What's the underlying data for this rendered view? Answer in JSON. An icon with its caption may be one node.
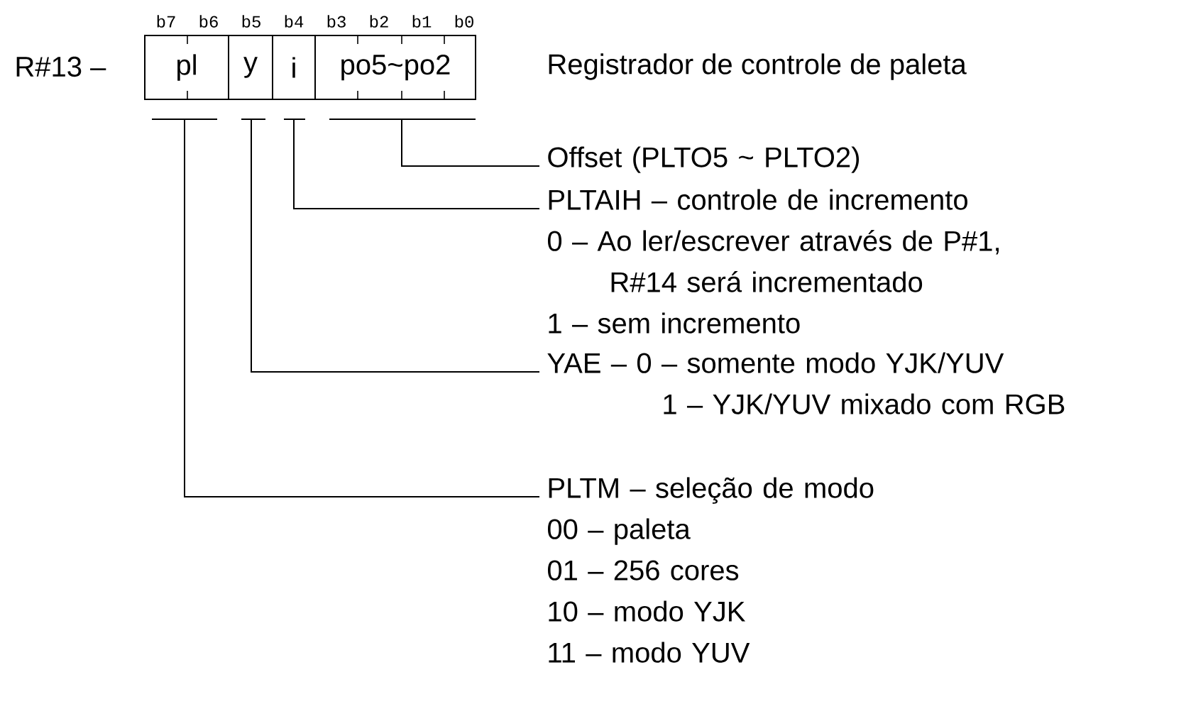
{
  "diagram": {
    "nodes": [
      {
        "text": [
          "pl"
        ]
      },
      {
        "text": [
          "y"
        ]
      },
      {
        "text": [
          "i"
        ]
      },
      {
        "text": [
          "po5~po2"
        ]
      },
      {
        "text": [
          "Offset (PLTO5 ~ PLTO2)"
        ]
      },
      {
        "text": [
          "PLTAIH – controle de incremento",
          "0 – Ao ler/escrever através de P#1, R#14 será incrementado",
          "1 – sem incremento"
        ]
      },
      {
        "text": [
          "YAE – 0 – somente modo YJK/YUV",
          "1 – YJK/YUV mixado com RGB"
        ]
      },
      {
        "text": [
          "PLTM – seleção de modo",
          "00 – paleta",
          "01 – 256 cores",
          "10 – modo YJK",
          "11 – modo YUV"
        ]
      }
    ],
    "edges": [
      {
        "from": 3,
        "to": 4,
        "arrow": "none"
      },
      {
        "from": 2,
        "to": 5,
        "arrow": "none"
      },
      {
        "from": 1,
        "to": 6,
        "arrow": "none"
      },
      {
        "from": 0,
        "to": 7,
        "arrow": "none"
      }
    ],
    "labels": [
      "b7",
      "b6",
      "b5",
      "b4",
      "b3",
      "b2",
      "b1",
      "b0",
      "R#13 –",
      "Registrador de controle de paleta"
    ]
  }
}
